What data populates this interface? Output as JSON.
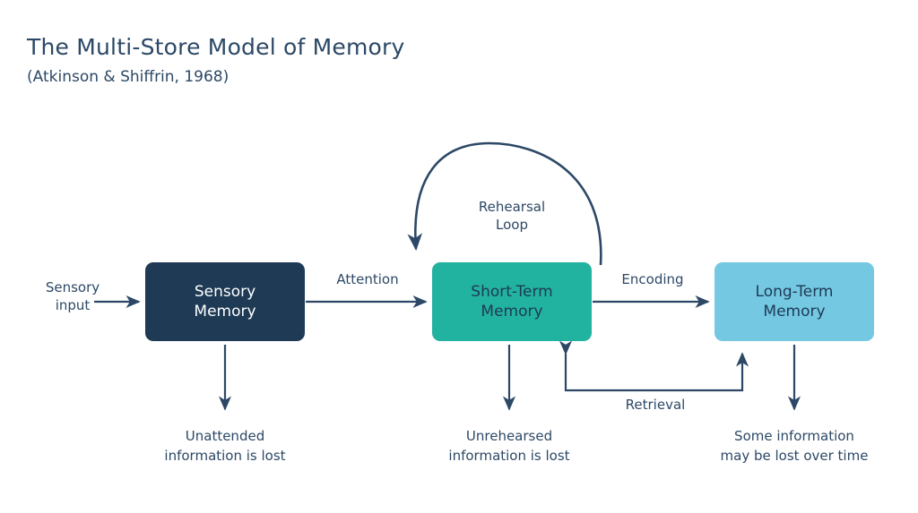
{
  "header": {
    "title": "The Multi-Store Model of Memory",
    "subtitle": "(Atkinson & Shiffrin, 1968)"
  },
  "colors": {
    "sensory_box": "#1e3a55",
    "stm_box": "#22b3a0",
    "ltm_box": "#74c8e2",
    "text_navy": "#2c4866",
    "arrow": "#2c4866",
    "background": "#ffffff"
  },
  "stores": [
    {
      "id": "sensory-memory",
      "label": "Sensory\nMemory"
    },
    {
      "id": "short-term-memory",
      "label": "Short-Term\nMemory"
    },
    {
      "id": "long-term-memory",
      "label": "Long-Term\nMemory"
    }
  ],
  "flow_labels": {
    "sensory_input": "Sensory\ninput",
    "attention": "Attention",
    "encoding": "Encoding",
    "rehearsal_loop": "Rehearsal\nLoop",
    "retrieval": "Retrieval"
  },
  "loss_labels": {
    "sensory": "Unattended\ninformation is lost",
    "stm": "Unrehearsed\ninformation is lost",
    "ltm": "Some information\nmay be lost over time"
  }
}
